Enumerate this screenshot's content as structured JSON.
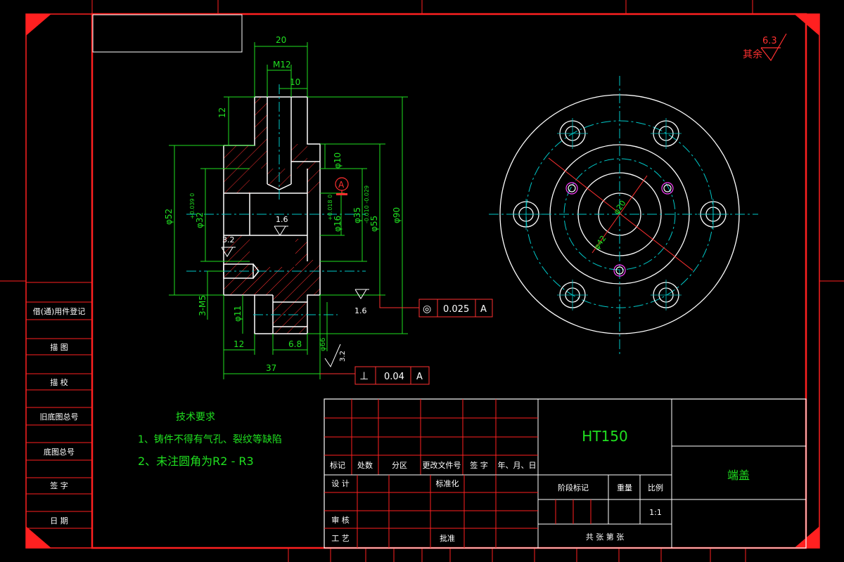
{
  "colors": {
    "frame": "#ff2020",
    "outline": "#ffffff",
    "dimension": "#20e020",
    "center": "#00c8c8",
    "hatch": "#ff3030",
    "title_text": "#ffffff",
    "accent_magenta": "#ff40ff"
  },
  "left_strip_labels": [
    "借(通)用件登记",
    "描  图",
    "描  校",
    "旧底图总号",
    "底图总号",
    "签  字",
    "日  期"
  ],
  "roughness": {
    "other": "其余",
    "value": "6.3"
  },
  "dims": {
    "d20": "20",
    "m12": "M12",
    "d10_top": "10",
    "d12_vert": "12",
    "phi10": "φ10",
    "phi16": "φ16",
    "phi16_tol": "+0.018 0",
    "phi35": "φ35",
    "phi55": "φ55",
    "phi55_tol": "-0.010 -0.029",
    "phi90": "φ90",
    "phi52": "φ52",
    "phi32": "φ32",
    "phi32_tol": "+0.039 0",
    "phi11": "φ11",
    "m5": "3-M5",
    "d12_bottom": "12",
    "d6_8": "6.8",
    "d37": "37",
    "r16_mid": "1.6",
    "r32_left": "3.2",
    "r16_right": "1.6",
    "r32_bottom": "3.2",
    "phi66": "φ66",
    "phi20_circle": "φ20",
    "phi42_circle": "φ42",
    "datum": "A"
  },
  "tolerances": {
    "coaxial": {
      "symbol": "◎",
      "value": "0.025",
      "datum": "A"
    },
    "perpendicular": {
      "symbol": "⊥",
      "value": "0.04",
      "datum": "A"
    }
  },
  "technical": {
    "title": "技术要求",
    "line1": "1、铸件不得有气孔、裂纹等缺陷",
    "line2": "2、未注圆角为R2 - R3"
  },
  "title_block": {
    "material": "HT150",
    "part_name": "端盖",
    "header_cells": [
      "标记",
      "处数",
      "分区",
      "更改文件号",
      "签 字",
      "年、月、日"
    ],
    "design": "设 计",
    "standard": "标准化",
    "review": "审 核",
    "process": "工 艺",
    "approve": "批准",
    "stage": "阶段标记",
    "weight": "重量",
    "scale_label": "比例",
    "scale_value": "1:1",
    "sheet_info": "共   张   第   张"
  }
}
